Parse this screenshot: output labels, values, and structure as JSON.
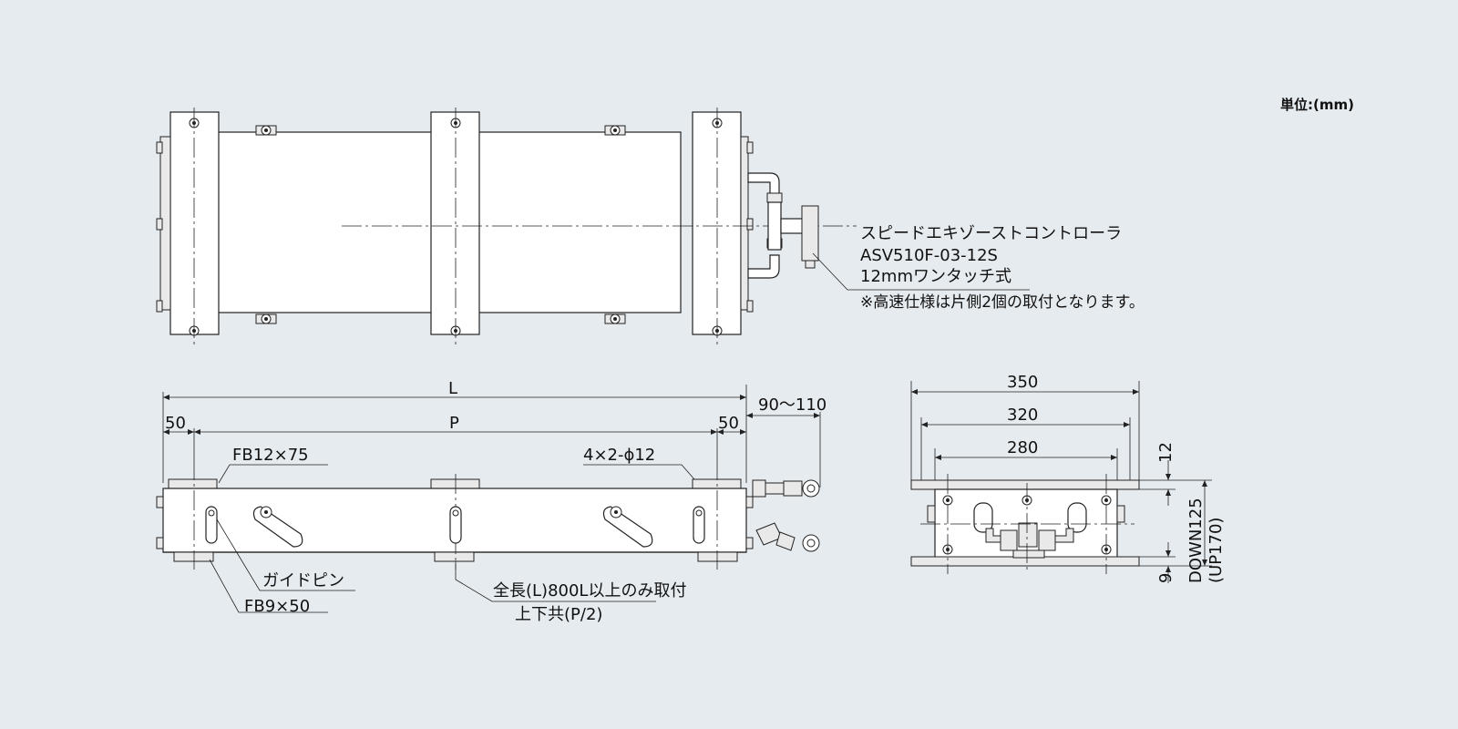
{
  "unit_label": "単位:(mm)",
  "top_view": {
    "controller_label": "スピードエキゾーストコントローラ",
    "controller_model": "ASV510F-03-12S",
    "controller_fitting": "12mmワンタッチ式",
    "note": "※高速仕様は片側2個の取付となります。"
  },
  "front_view": {
    "dim_L": "L",
    "dim_P": "P",
    "dim_50_left": "50",
    "dim_50_right": "50",
    "dim_90_110": "90～110",
    "label_fb12x75": "FB12×75",
    "label_holes": "4×2-ϕ12",
    "label_guide_pin": "ガイドピン",
    "label_fb9x50": "FB9×50",
    "label_full_length": "全長(L)800L以上のみ取付",
    "label_top_bottom": "上下共(P/2)"
  },
  "side_view": {
    "dim_350": "350",
    "dim_320": "320",
    "dim_280": "280",
    "dim_12": "12",
    "dim_9": "9",
    "dim_down": "DOWN125",
    "dim_up": "(UP170)"
  }
}
